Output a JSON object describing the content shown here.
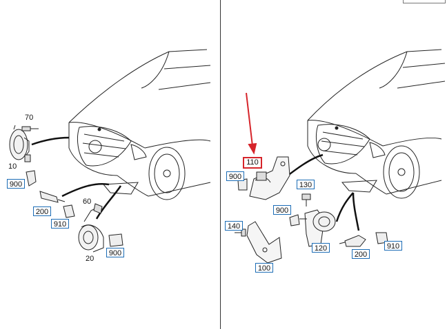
{
  "colors": {
    "tag_border": "#1a6bb5",
    "highlight_border": "#d6242a",
    "arrow": "#d6242a",
    "line": "#222222"
  },
  "left_panel": {
    "labels": {
      "l70": "70",
      "l10": "10",
      "l900a": "900",
      "l200": "200",
      "l910": "910",
      "l60": "60",
      "l900b": "900",
      "l20": "20"
    }
  },
  "right_panel": {
    "labels": {
      "l110": "110",
      "l900a": "900",
      "l130": "130",
      "l900b": "900",
      "l140": "140",
      "l120": "120",
      "l100": "100",
      "l200": "200",
      "l910": "910"
    }
  }
}
